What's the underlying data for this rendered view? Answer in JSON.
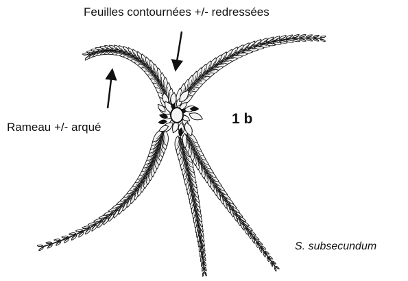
{
  "labels": {
    "top_annotation": "Feuilles contournées +/- redressées",
    "left_annotation": "Rameau +/- arqué",
    "figure_number": "1 b",
    "species": "S. subsecundum"
  },
  "colors": {
    "ink": "#111111",
    "leaf_fill": "#f4f4f4",
    "background": "#ffffff"
  }
}
